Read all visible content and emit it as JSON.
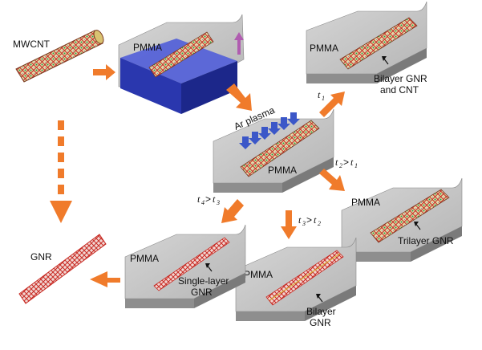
{
  "labels": {
    "mwcnt": "MWCNT",
    "gnr": "GNR",
    "pmma_top": "PMMA",
    "pmma_top_right": "PMMA",
    "bilayer_gnr_cnt_1": "Bilayer GNR",
    "bilayer_gnr_cnt_2": "and CNT",
    "ar_plasma": "Ar plasma",
    "pmma_center": "PMMA",
    "pmma_right": "PMMA",
    "trilayer_gnr": "Trilayer GNR",
    "pmma_bottom_left": "PMMA",
    "single_layer_1": "Single-layer",
    "single_layer_2": "GNR",
    "pmma_bottom_center": "PMMA",
    "bilayer_1": "Bilayer",
    "bilayer_2": "GNR"
  },
  "times": {
    "t1": {
      "t": "t",
      "sub": "1"
    },
    "t2": {
      "a": "t",
      "a_sub": "2",
      "op": ">",
      "b": "t",
      "b_sub": "1"
    },
    "t3": {
      "a": "t",
      "a_sub": "3",
      "op": ">",
      "b": "t",
      "b_sub": "2"
    },
    "t4": {
      "a": "t",
      "a_sub": "4",
      "op": ">",
      "b": "t",
      "b_sub": "3"
    }
  },
  "colors": {
    "arrow": "#f07b2b",
    "plasma_arrow": "#3b57c8",
    "lift_arrow": "#b05cb0",
    "substrate_top": "#c9c9c9",
    "substrate_side": "#8e8e8e",
    "pmma_block": "#2c3bb8",
    "ribbon": "#d0342c"
  }
}
